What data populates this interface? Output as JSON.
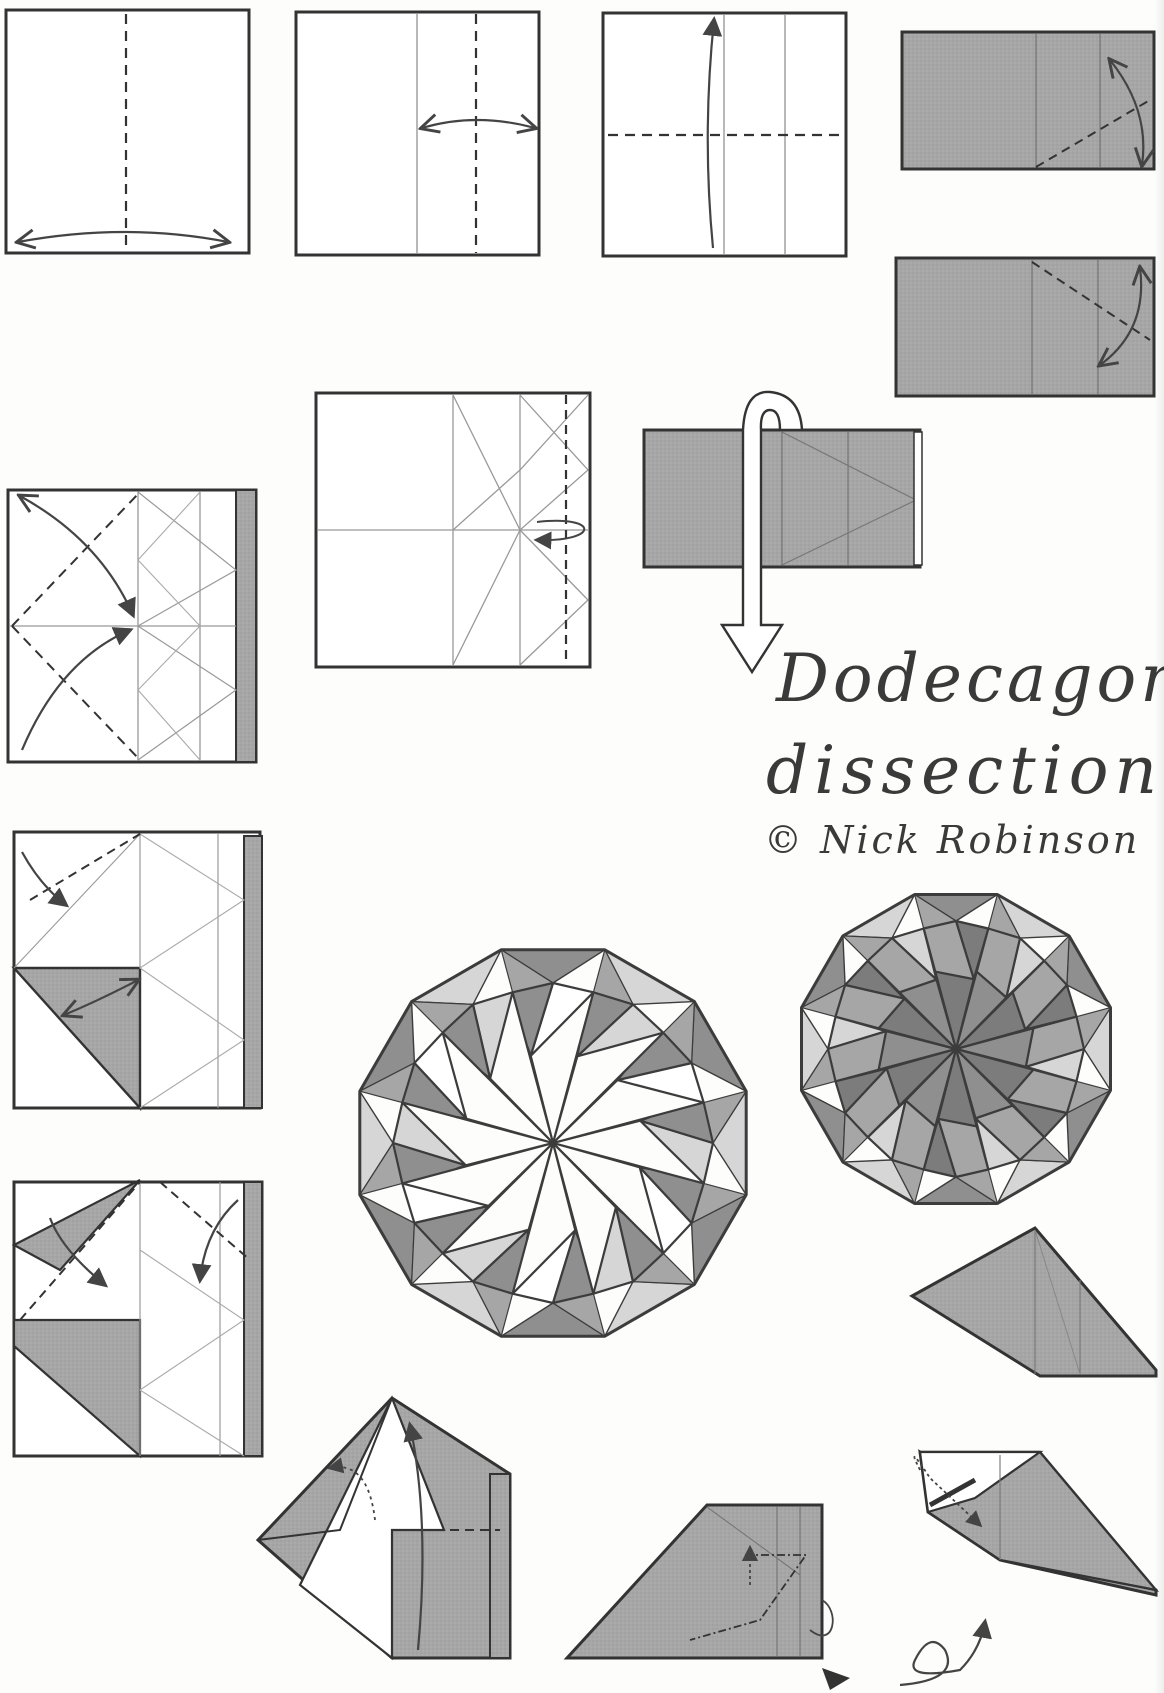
{
  "title": {
    "line1": "Dodecagon",
    "line2": "dissection",
    "credit": "© Nick Robinson"
  },
  "colors": {
    "paper_grey": "#a6a6a6",
    "paper_white": "#ffffff",
    "light_grey": "#d6d6d6",
    "mid_grey": "#8f8f8f",
    "dark_grey": "#7c7c7c",
    "line": "#3c3c3c",
    "crease": "#8a8a8a"
  },
  "diagram": {
    "steps": [
      "valley-fold-vertical-centre",
      "valley-fold-edge-to-centre",
      "valley-fold-horizontal",
      "fold-corner-diagonal",
      "fold-corner-diagonal-repeat",
      "fold-edge-strip",
      "turn-over",
      "crease-diagonals",
      "fold-corners-in",
      "fold-flaps",
      "fold-tip-up",
      "rotate-over",
      "tuck-flap",
      "completed-unit",
      "assembled-dodecagon-front",
      "assembled-dodecagon-back"
    ]
  }
}
